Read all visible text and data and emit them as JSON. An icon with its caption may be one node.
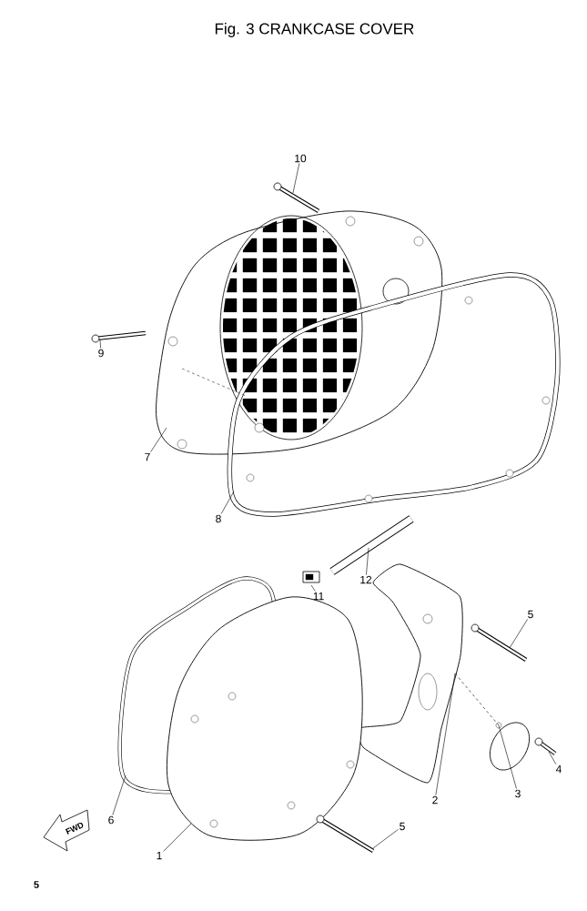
{
  "diagram": {
    "title": "Fig. 3 CRANKCASE COVER",
    "nodes": [
      {
        "text": [
          "10"
        ]
      },
      {
        "text": [
          "9"
        ]
      },
      {
        "text": [
          "7"
        ]
      },
      {
        "text": [
          "8"
        ]
      },
      {
        "text": [
          "12"
        ]
      },
      {
        "text": [
          "11"
        ]
      },
      {
        "text": [
          "5"
        ]
      },
      {
        "text": [
          "4"
        ]
      },
      {
        "text": [
          "3"
        ]
      },
      {
        "text": [
          "2"
        ]
      },
      {
        "text": [
          "6"
        ]
      },
      {
        "text": [
          "1"
        ]
      },
      {
        "text": [
          "5"
        ]
      },
      {
        "text": [],
        "shape": "picture"
      },
      {
        "text": [],
        "shape": "picture"
      },
      {
        "text": [],
        "shape": "picture"
      },
      {
        "text": [],
        "shape": "picture"
      },
      {
        "text": [],
        "shape": "picture"
      },
      {
        "text": [],
        "shape": "picture"
      },
      {
        "text": [],
        "shape": "picture"
      },
      {
        "text": [],
        "shape": "picture"
      },
      {
        "text": [],
        "shape": "picture"
      },
      {
        "text": [],
        "shape": "picture"
      },
      {
        "text": [],
        "shape": "picture"
      },
      {
        "text": [],
        "shape": "picture"
      },
      {
        "text": [],
        "shape": "picture"
      }
    ],
    "edges": [
      {
        "from": 0,
        "to": 13,
        "arrow": "none"
      },
      {
        "from": 1,
        "to": 14,
        "arrow": "none"
      },
      {
        "from": 2,
        "to": 15,
        "arrow": "none"
      },
      {
        "from": 3,
        "to": 16,
        "arrow": "none"
      },
      {
        "from": 4,
        "to": 17,
        "arrow": "none"
      },
      {
        "from": 5,
        "to": 18,
        "arrow": "none"
      },
      {
        "from": 6,
        "to": 19,
        "arrow": "none"
      },
      {
        "from": 7,
        "to": 20,
        "arrow": "none"
      },
      {
        "from": 8,
        "to": 21,
        "arrow": "none"
      },
      {
        "from": 9,
        "to": 22,
        "arrow": "none"
      },
      {
        "from": 10,
        "to": 23,
        "arrow": "none"
      },
      {
        "from": 11,
        "to": 24,
        "arrow": "none"
      },
      {
        "from": 12,
        "to": 25,
        "arrow": "none"
      },
      {
        "from": 22,
        "to": 21,
        "arrow": "none",
        "style": "dashed"
      }
    ],
    "labels": [
      "FWD",
      "5"
    ]
  }
}
